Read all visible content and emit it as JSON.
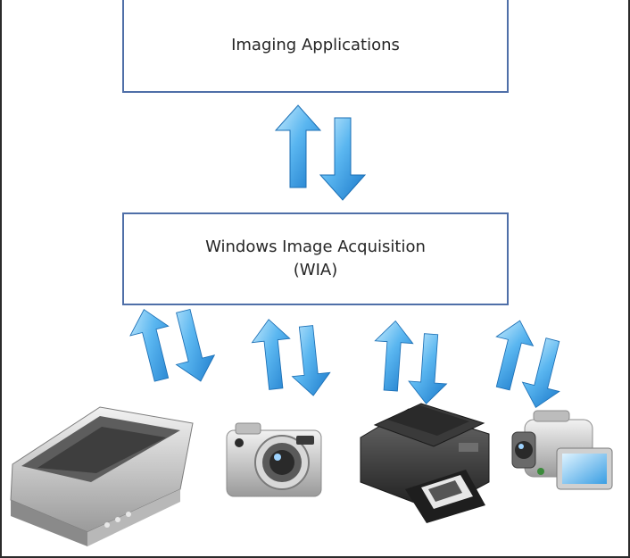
{
  "boxes": {
    "imaging_applications": "Imaging Applications",
    "wia_line1": "Windows Image Acquisition",
    "wia_line2": "(WIA)"
  },
  "icons": [
    "flatbed-scanner-icon",
    "digital-camera-icon",
    "all-in-one-printer-icon",
    "video-camcorder-icon"
  ],
  "colors": {
    "box_border": "#4f6fa8",
    "arrow_light": "#bfe6fb",
    "arrow_dark": "#1e84d4"
  }
}
